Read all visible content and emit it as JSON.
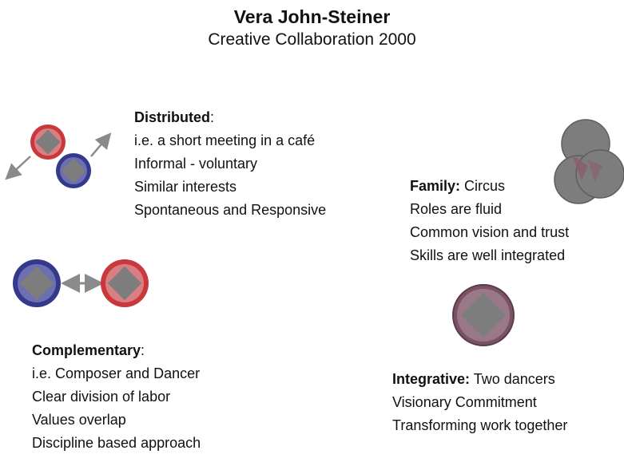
{
  "header": {
    "title": "Vera John-Steiner",
    "subtitle": "Creative Collaboration 2000"
  },
  "distributed": {
    "heading": "Distributed",
    "heading_suffix": ":",
    "lines": [
      "i.e. a short meeting in a café",
      "Informal - voluntary",
      "Similar interests",
      "Spontaneous and Responsive"
    ]
  },
  "family": {
    "heading": "Family:",
    "heading_rest": " Circus",
    "lines": [
      "Roles are fluid",
      "Common vision and trust",
      "Skills are well integrated"
    ]
  },
  "complementary": {
    "heading": "Complementary",
    "heading_suffix": ":",
    "lines": [
      "i.e. Composer and Dancer",
      "Clear division of labor",
      "Values overlap",
      "Discipline based approach"
    ]
  },
  "integrative": {
    "heading": "Integrative:",
    "heading_rest": " Two dancers",
    "lines": [
      "Visionary Commitment",
      "Transforming work together"
    ]
  },
  "colors": {
    "red": "#c8383c",
    "blue": "#34398c",
    "gray": "#7d7d7d",
    "mauve": "#7a5266"
  }
}
